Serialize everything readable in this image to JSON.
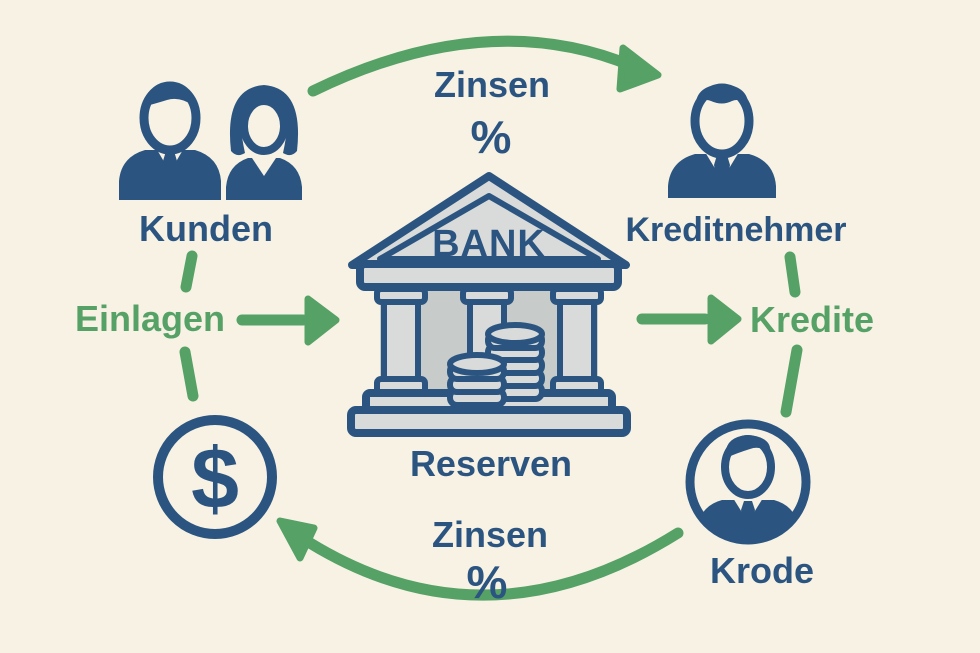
{
  "colors": {
    "background": "#f7f2e4",
    "navy": "#2b5580",
    "green": "#55a166",
    "building_fill": "#d8dbda",
    "building_wall": "#c7ccca"
  },
  "nodes": {
    "customers": {
      "label": "Kunden"
    },
    "borrower": {
      "label": "Kreditnehmer"
    },
    "deposits": {
      "label": "Einlagen"
    },
    "loans": {
      "label": "Kredite"
    },
    "bank": {
      "label": "BANK"
    },
    "reserves": {
      "label": "Reserven"
    },
    "debtor": {
      "label": "Krode"
    },
    "dollar": {
      "symbol": "$"
    }
  },
  "flows": {
    "top_interest": {
      "line1": "Zinsen",
      "line2": "%"
    },
    "bottom_interest": {
      "line1": "Zinsen",
      "line2": "%"
    }
  }
}
